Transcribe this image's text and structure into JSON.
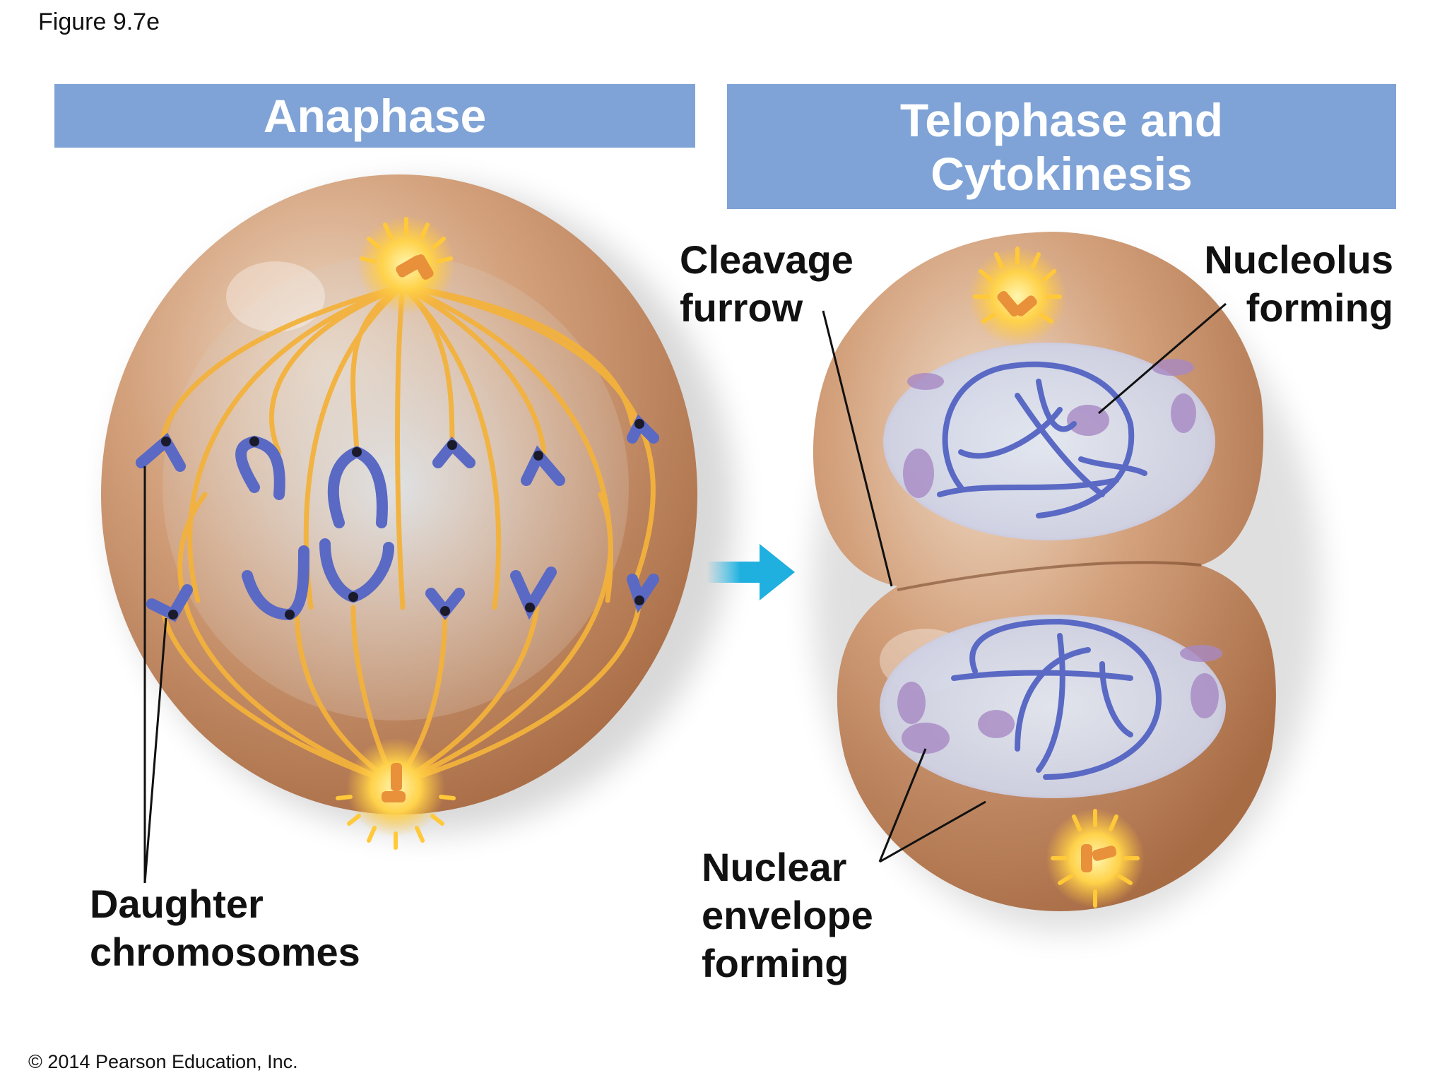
{
  "figure_label": "Figure 9.7e",
  "copyright": "© 2014 Pearson Education, Inc.",
  "panels": {
    "left_title": "Anaphase",
    "right_title_line1": "Telophase and",
    "right_title_line2": "Cytokinesis"
  },
  "labels": {
    "cleavage_line1": "Cleavage",
    "cleavage_line2": "furrow",
    "nucleolus_line1": "Nucleolus",
    "nucleolus_line2": "forming",
    "daughter_line1": "Daughter",
    "daughter_line2": "chromosomes",
    "nuclear_line1": "Nuclear",
    "nuclear_line2": "envelope",
    "nuclear_line3": "forming"
  },
  "colors": {
    "banner": "#7fa3d6",
    "cell": "#c8916a",
    "spindle": "#f3b23c",
    "chromosome": "#5a69c4",
    "arrow": "#1fb0df"
  }
}
